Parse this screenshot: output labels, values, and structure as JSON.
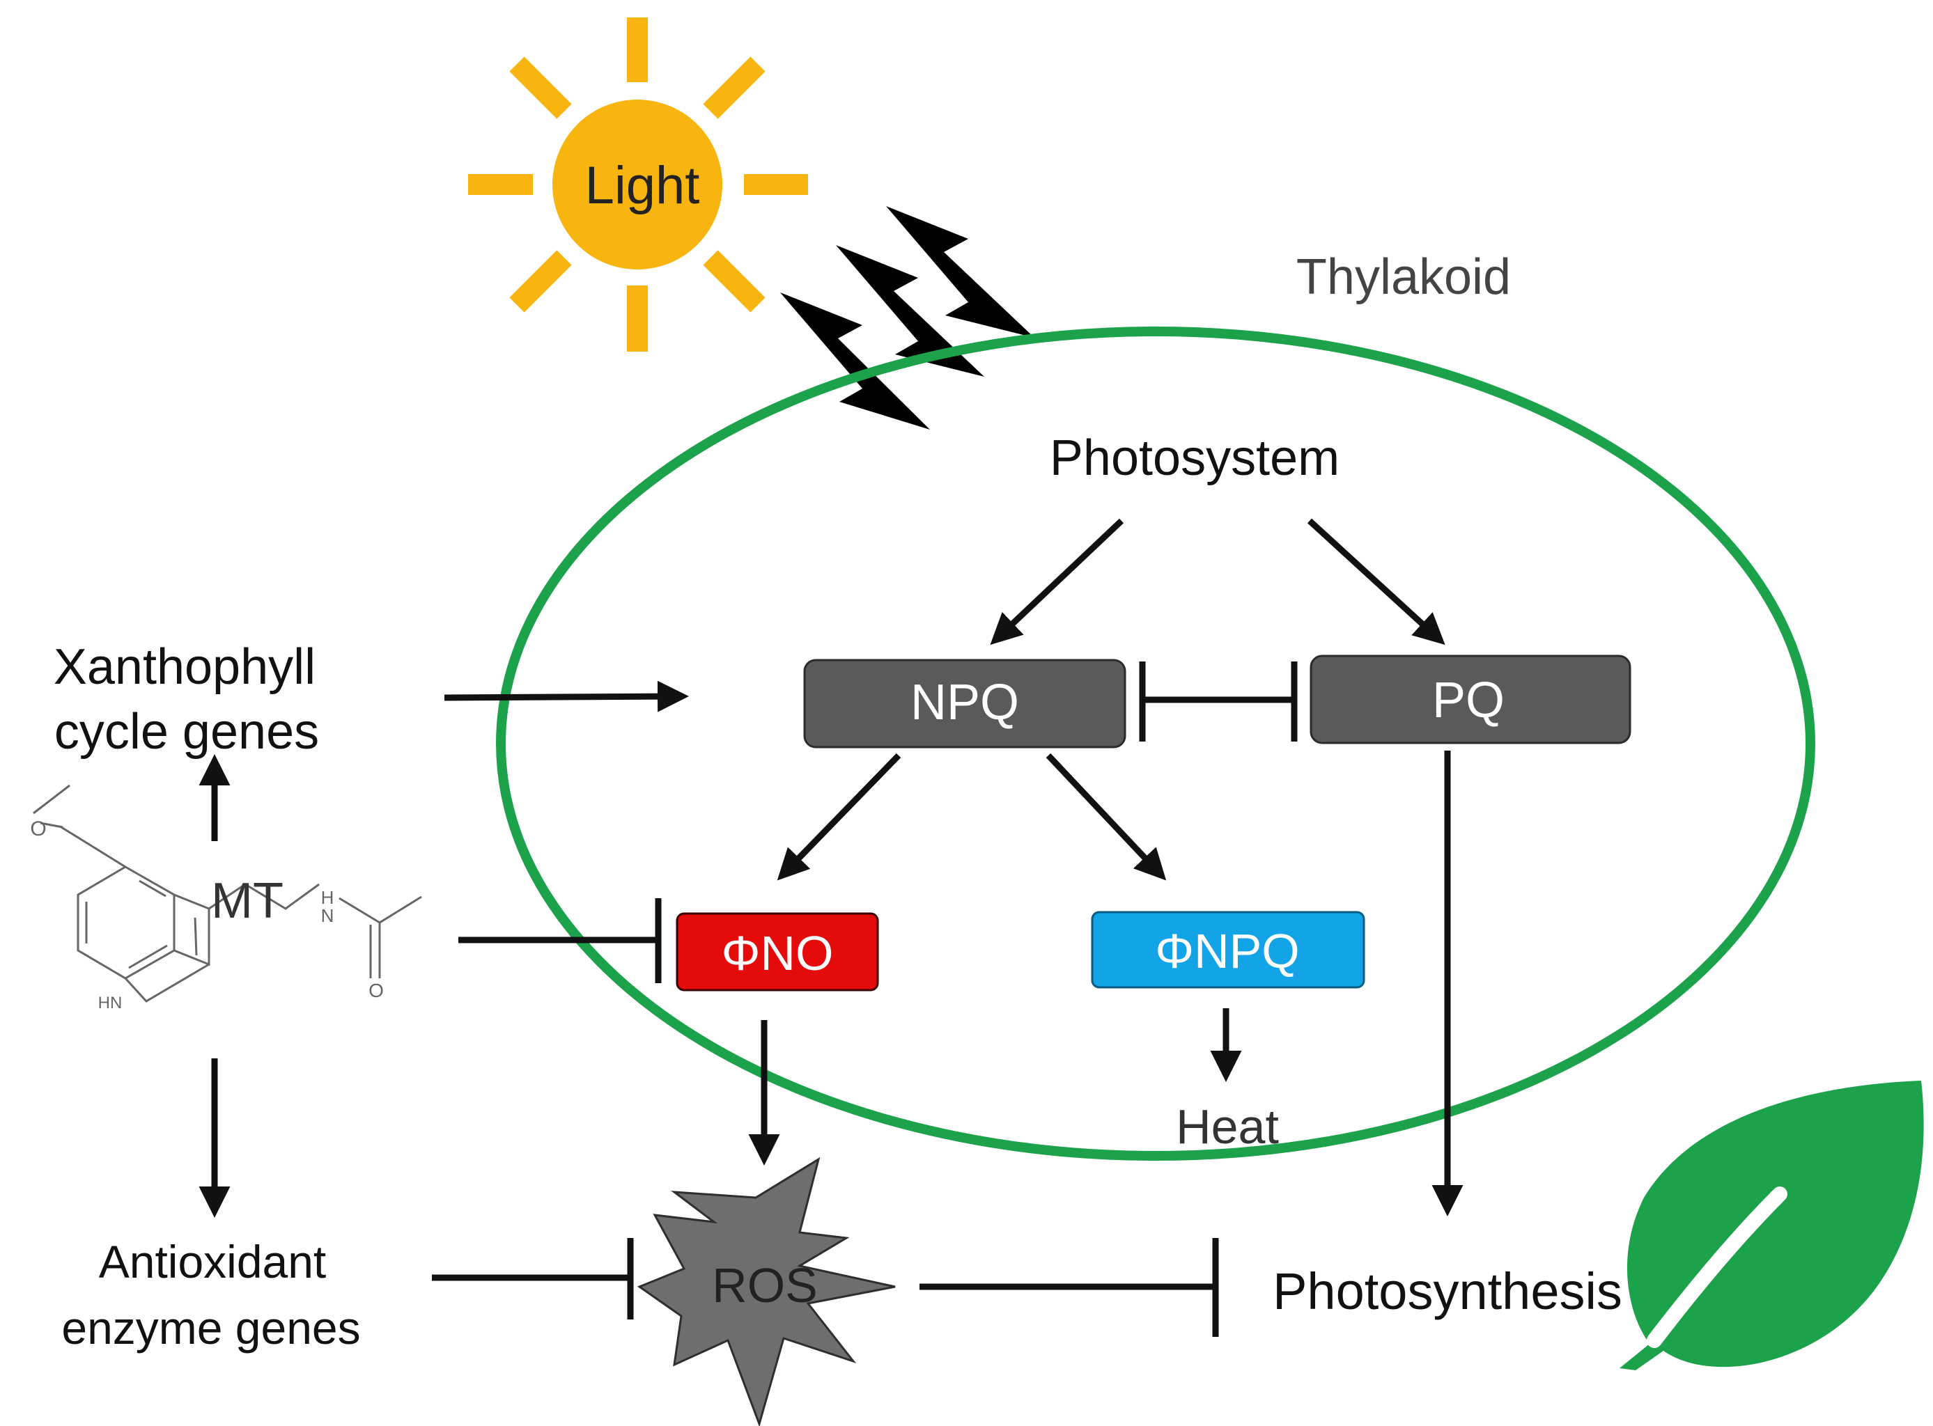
{
  "colors": {
    "sun": "#F8B50F",
    "thylakoid": "#1BA24A",
    "box_dark": "#5A5A5A",
    "box_red": "#E50B0B",
    "box_blue": "#12A4E6",
    "ros_fill": "#6E6E6E",
    "leaf": "#1BA24A",
    "ink": "#111111",
    "gray_text": "#444444"
  },
  "sun": {
    "label": "Light"
  },
  "thylakoid": {
    "label": "Thylakoid"
  },
  "photosystem": {
    "label": "Photosystem"
  },
  "boxes": {
    "npq": "NPQ",
    "pq": "PQ",
    "phi_no": "ΦNO",
    "phi_npq": "ΦNPQ"
  },
  "heat": {
    "label": "Heat"
  },
  "xanthophyll": {
    "line1": "Xanthophyll",
    "line2": "cycle genes"
  },
  "mt": {
    "label": "MT",
    "atoms": {
      "o": "O",
      "nh": "H\nN",
      "hn": "HN",
      "oc": "O"
    }
  },
  "antioxidant": {
    "line1": "Antioxidant",
    "line2": "enzyme genes"
  },
  "ros": {
    "label": "ROS"
  },
  "photosynthesis": {
    "label": "Photosynthesis"
  },
  "icons": [
    "sun-icon",
    "lightning-icon",
    "leaf-icon",
    "melatonin-structure-icon",
    "ros-burst-icon"
  ]
}
